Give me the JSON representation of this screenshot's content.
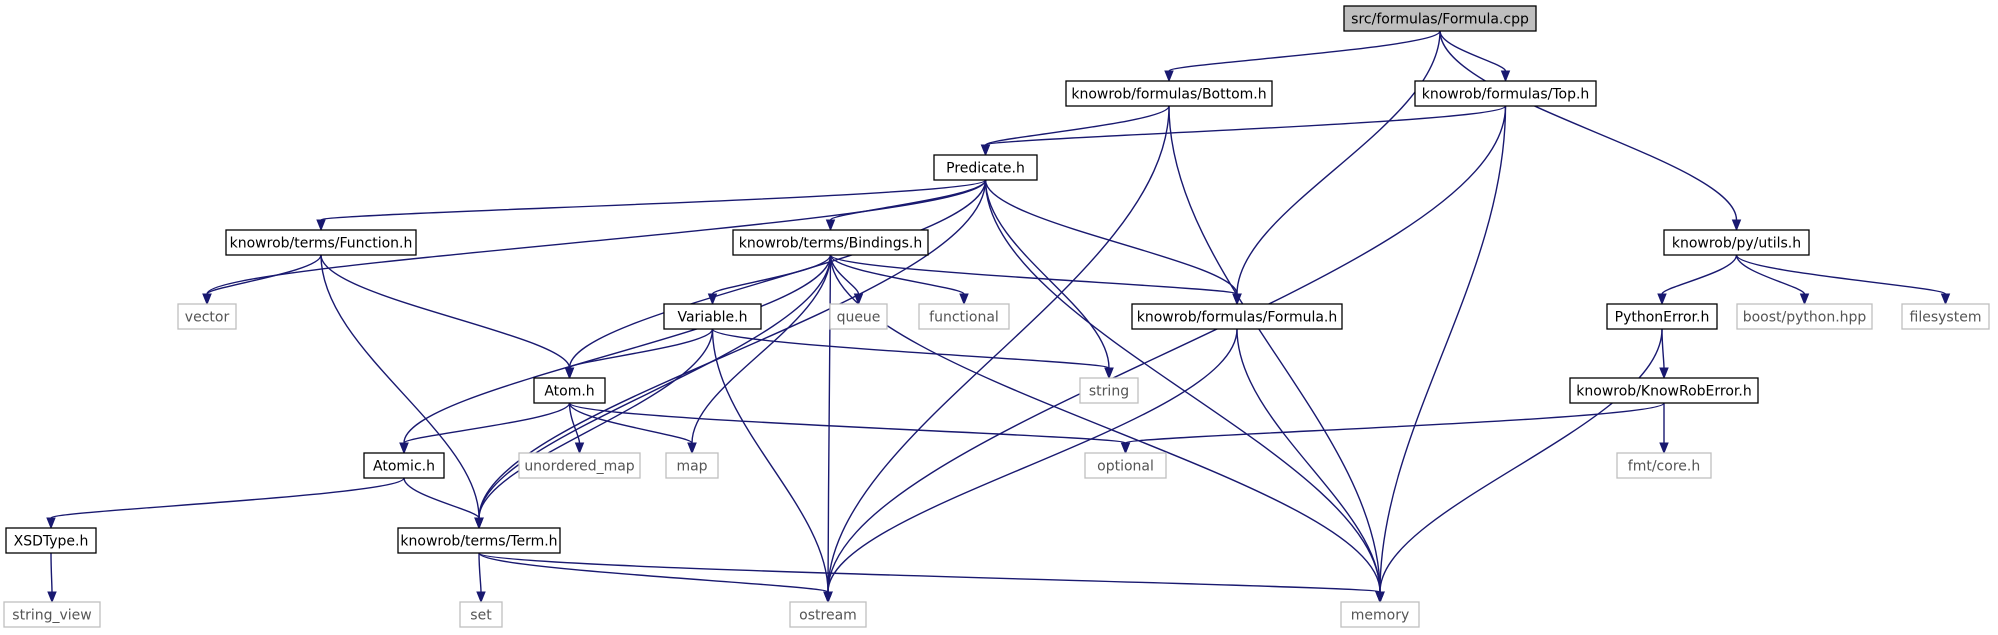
{
  "diagram": {
    "nodes": [
      {
        "id": "formula_cpp",
        "label": "src/formulas/Formula.cpp",
        "kind": "root"
      },
      {
        "id": "bottom",
        "label": "knowrob/formulas/Bottom.h",
        "kind": "internal"
      },
      {
        "id": "top",
        "label": "knowrob/formulas/Top.h",
        "kind": "internal"
      },
      {
        "id": "predicate",
        "label": "Predicate.h",
        "kind": "internal"
      },
      {
        "id": "function",
        "label": "knowrob/terms/Function.h",
        "kind": "internal"
      },
      {
        "id": "bindings",
        "label": "knowrob/terms/Bindings.h",
        "kind": "internal"
      },
      {
        "id": "pyutils",
        "label": "knowrob/py/utils.h",
        "kind": "internal"
      },
      {
        "id": "vector",
        "label": "vector",
        "kind": "external"
      },
      {
        "id": "queue",
        "label": "queue",
        "kind": "external"
      },
      {
        "id": "functional",
        "label": "functional",
        "kind": "external"
      },
      {
        "id": "formula_h",
        "label": "knowrob/formulas/Formula.h",
        "kind": "internal"
      },
      {
        "id": "pythonerror",
        "label": "PythonError.h",
        "kind": "internal"
      },
      {
        "id": "boostpython",
        "label": "boost/python.hpp",
        "kind": "external"
      },
      {
        "id": "filesystem",
        "label": "filesystem",
        "kind": "external"
      },
      {
        "id": "variable",
        "label": "Variable.h",
        "kind": "internal"
      },
      {
        "id": "atom",
        "label": "Atom.h",
        "kind": "internal"
      },
      {
        "id": "string",
        "label": "string",
        "kind": "external"
      },
      {
        "id": "knowroberror",
        "label": "knowrob/KnowRobError.h",
        "kind": "internal"
      },
      {
        "id": "atomic",
        "label": "Atomic.h",
        "kind": "internal"
      },
      {
        "id": "unordered_map",
        "label": "unordered_map",
        "kind": "external"
      },
      {
        "id": "map",
        "label": "map",
        "kind": "external"
      },
      {
        "id": "optional",
        "label": "optional",
        "kind": "external"
      },
      {
        "id": "fmtcore",
        "label": "fmt/core.h",
        "kind": "external"
      },
      {
        "id": "xsdtype",
        "label": "XSDType.h",
        "kind": "internal"
      },
      {
        "id": "term",
        "label": "knowrob/terms/Term.h",
        "kind": "internal"
      },
      {
        "id": "string_view",
        "label": "string_view",
        "kind": "external"
      },
      {
        "id": "set",
        "label": "set",
        "kind": "external"
      },
      {
        "id": "ostream",
        "label": "ostream",
        "kind": "external"
      },
      {
        "id": "memory",
        "label": "memory",
        "kind": "external"
      }
    ],
    "edges": [
      [
        "formula_cpp",
        "bottom"
      ],
      [
        "formula_cpp",
        "top"
      ],
      [
        "formula_cpp",
        "formula_h"
      ],
      [
        "formula_cpp",
        "pyutils"
      ],
      [
        "bottom",
        "predicate"
      ],
      [
        "bottom",
        "ostream"
      ],
      [
        "bottom",
        "memory"
      ],
      [
        "top",
        "predicate"
      ],
      [
        "top",
        "ostream"
      ],
      [
        "top",
        "memory"
      ],
      [
        "predicate",
        "vector"
      ],
      [
        "predicate",
        "function"
      ],
      [
        "predicate",
        "bindings"
      ],
      [
        "predicate",
        "atom"
      ],
      [
        "predicate",
        "term"
      ],
      [
        "predicate",
        "string"
      ],
      [
        "predicate",
        "formula_h"
      ],
      [
        "predicate",
        "memory"
      ],
      [
        "function",
        "vector"
      ],
      [
        "function",
        "atom"
      ],
      [
        "function",
        "term"
      ],
      [
        "bindings",
        "atomic"
      ],
      [
        "bindings",
        "term"
      ],
      [
        "bindings",
        "map"
      ],
      [
        "bindings",
        "variable"
      ],
      [
        "bindings",
        "ostream"
      ],
      [
        "bindings",
        "queue"
      ],
      [
        "bindings",
        "functional"
      ],
      [
        "bindings",
        "memory"
      ],
      [
        "bindings",
        "formula_h"
      ],
      [
        "variable",
        "atom"
      ],
      [
        "variable",
        "string"
      ],
      [
        "variable",
        "term"
      ],
      [
        "variable",
        "ostream"
      ],
      [
        "atom",
        "atomic"
      ],
      [
        "atom",
        "unordered_map"
      ],
      [
        "atom",
        "map"
      ],
      [
        "atom",
        "optional"
      ],
      [
        "atomic",
        "xsdtype"
      ],
      [
        "atomic",
        "term"
      ],
      [
        "xsdtype",
        "string_view"
      ],
      [
        "term",
        "set"
      ],
      [
        "term",
        "ostream"
      ],
      [
        "term",
        "memory"
      ],
      [
        "formula_h",
        "ostream"
      ],
      [
        "formula_h",
        "memory"
      ],
      [
        "pyutils",
        "pythonerror"
      ],
      [
        "pyutils",
        "boostpython"
      ],
      [
        "pyutils",
        "filesystem"
      ],
      [
        "pythonerror",
        "knowroberror"
      ],
      [
        "pythonerror",
        "memory"
      ],
      [
        "knowroberror",
        "optional"
      ],
      [
        "knowroberror",
        "fmtcore"
      ]
    ]
  }
}
